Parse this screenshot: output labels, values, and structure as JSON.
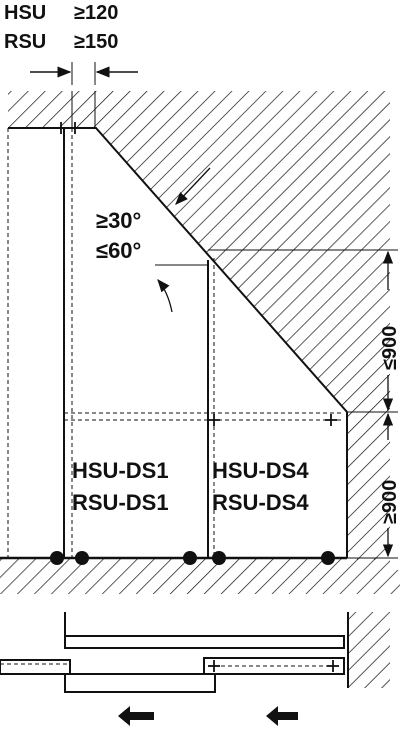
{
  "header": {
    "line1_prefix": "HSU",
    "line1_value": "≥120",
    "line2_prefix": "RSU",
    "line2_value": "≥150"
  },
  "angle": {
    "min": "≥30°",
    "max": "≤60°"
  },
  "panels": {
    "left_line1": "HSU-DS1",
    "left_line2": "RSU-DS1",
    "right_line1": "HSU-DS4",
    "right_line2": "RSU-DS4"
  },
  "dimensions": {
    "upper_vertical": "≤900",
    "lower_vertical": "≥900"
  },
  "colors": {
    "ink": "#111111",
    "background": "#ffffff"
  },
  "icons": [
    "arrow-left-icon",
    "arrow-left-icon"
  ]
}
